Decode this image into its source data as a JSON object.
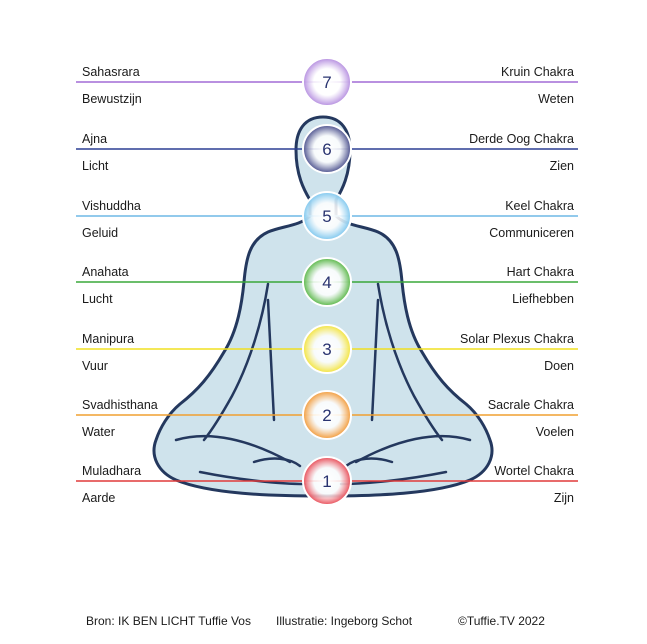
{
  "chakras": [
    {
      "number": "7",
      "sanskrit": "Sahasrara",
      "name": "Kruin Chakra",
      "element": "Bewustzijn",
      "verb": "Weten",
      "color": "#a26bd6",
      "ball": "#b38bdf"
    },
    {
      "number": "6",
      "sanskrit": "Ajna",
      "name": "Derde Oog Chakra",
      "element": "Licht",
      "verb": "Zien",
      "color": "#2c3f93",
      "ball": "#4a4f8c"
    },
    {
      "number": "5",
      "sanskrit": "Vishuddha",
      "name": "Keel Chakra",
      "element": "Geluid",
      "verb": "Communiceren",
      "color": "#6fb8e6",
      "ball": "#7cc6ee"
    },
    {
      "number": "4",
      "sanskrit": "Anahata",
      "name": "Hart Chakra",
      "element": "Lucht",
      "verb": "Liefhebben",
      "color": "#3aa83a",
      "ball": "#57b645"
    },
    {
      "number": "3",
      "sanskrit": "Manipura",
      "name": "Solar Plexus Chakra",
      "element": "Vuur",
      "verb": "Doen",
      "color": "#f0e020",
      "ball": "#f3e33a"
    },
    {
      "number": "2",
      "sanskrit": "Svadhisthana",
      "name": "Sacrale Chakra",
      "element": "Water",
      "verb": "Voelen",
      "color": "#f0a030",
      "ball": "#f29a38"
    },
    {
      "number": "1",
      "sanskrit": "Muladhara",
      "name": "Wortel Chakra",
      "element": "Aarde",
      "verb": "Zijn",
      "color": "#e03a3a",
      "ball": "#e84a55"
    }
  ],
  "footer": {
    "source": "Bron:  IK BEN LICHT  Tuffie Vos",
    "illustration": "Illustratie: Ingeborg Schot",
    "copyright": "©Tuffie.TV 2022"
  },
  "colors": {
    "body_fill": "#cfe3ec",
    "body_outline": "#24385e"
  }
}
